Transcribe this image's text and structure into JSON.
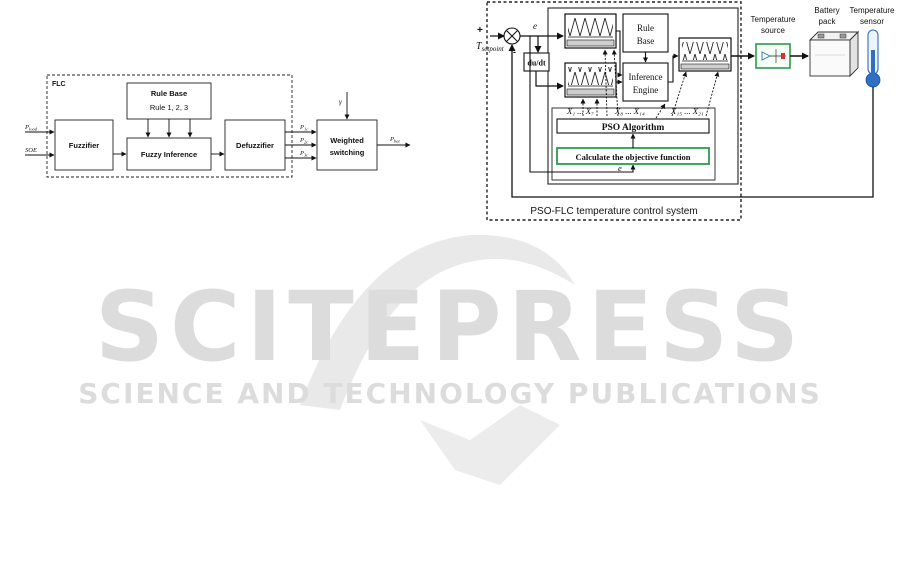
{
  "watermark": {
    "word": "SCITEPRESS",
    "tagline": "SCIENCE AND TECHNOLOGY PUBLICATIONS",
    "color": "#dcdcdc"
  },
  "flc_diagram": {
    "container_label": "FLC",
    "rule_base_title": "Rule Base",
    "rule_base_rules": "Rule 1, 2, 3",
    "fuzzifier": "Fuzzifier",
    "fuzzy_inference": "Fuzzy Inference",
    "defuzzifier": "Defuzzifier",
    "weighted_switching_line1": "Weighted",
    "weighted_switching_line2": "switching",
    "input_1": "P",
    "input_1_sub": "load",
    "input_2": "SOE",
    "gamma_label": "γ",
    "out_1": "P",
    "out_1_sub": "1c",
    "out_2": "P",
    "out_2_sub": "2c",
    "out_3": "P",
    "out_3_sub": "3c",
    "final_out": "P",
    "final_out_sub": "bat"
  },
  "pso_diagram": {
    "setpoint_label": "T",
    "setpoint_sub": "setpoint",
    "plus_sign": "+",
    "minus_sign": "-",
    "error_label": "e",
    "error_label_bottom": "e",
    "derivative_block": "du/dt",
    "rule_base_line1": "Rule",
    "rule_base_line2": "Base",
    "inference_line1": "Inference",
    "inference_line2": "Engine",
    "x_labels_left": "X₁ ... X₇",
    "x_labels_mid": "X₈ ... X₁₄",
    "x_labels_right": "X₁₅ ... X₂₁",
    "pso_algorithm": "PSO Algorithm",
    "objective_function": "Calculate the objective function",
    "temperature_source_line1": "Temperature",
    "temperature_source_line2": "source",
    "battery_pack_line1": "Battery",
    "battery_pack_line2": "pack",
    "temperature_sensor_line1": "Temperature",
    "temperature_sensor_line2": "sensor",
    "system_caption": "PSO-FLC temperature control system",
    "accent_green": "#2e9a4a",
    "sensor_blue": "#2f6fc4"
  }
}
